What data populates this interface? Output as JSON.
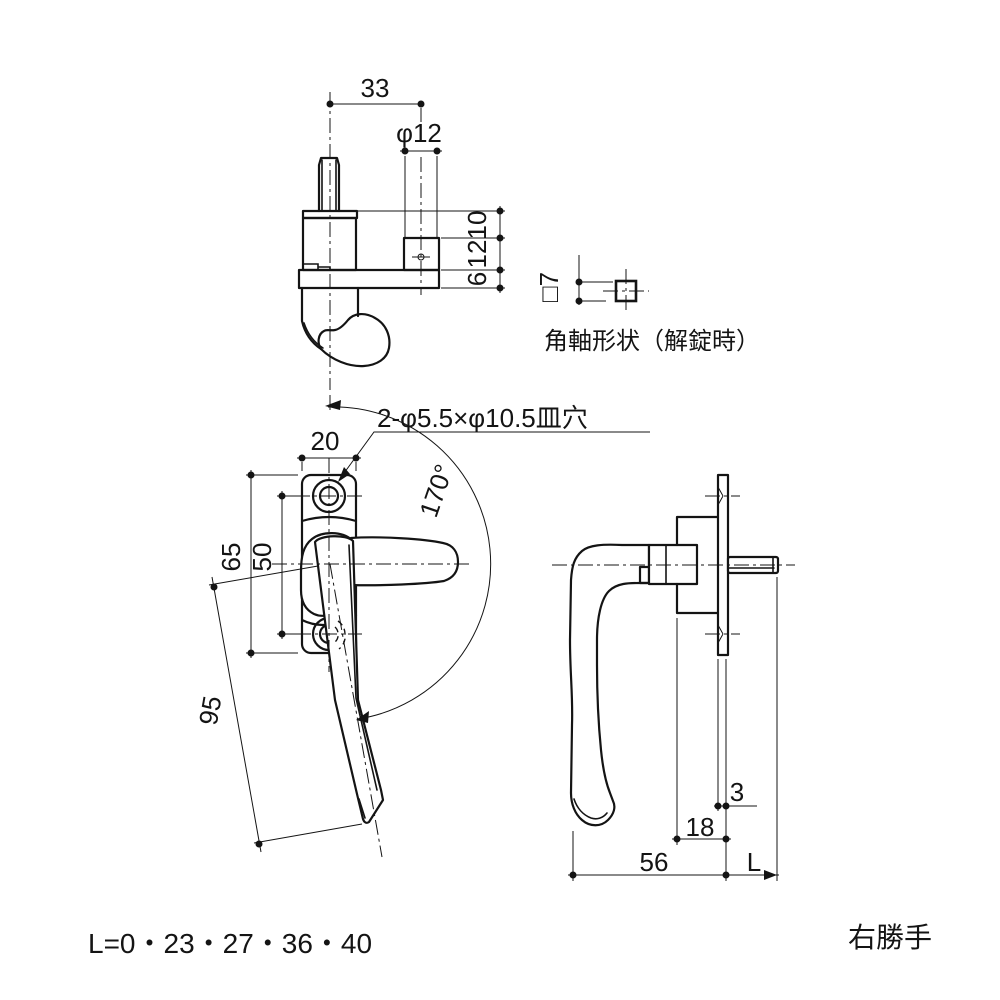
{
  "top_view": {
    "dim_33": "33",
    "dim_dia12": "φ12",
    "dim_10": "10",
    "dim_12": "12",
    "dim_6": "6"
  },
  "shaft_detail": {
    "dim_square7": "□7",
    "caption": "角軸形状（解錠時）"
  },
  "front_view": {
    "dim_20": "20",
    "hole_note": "2-φ5.5×φ10.5皿穴",
    "dim_angle": "170°",
    "dim_65": "65",
    "dim_50": "50",
    "dim_95": "95"
  },
  "side_view": {
    "dim_3": "3",
    "dim_18": "18",
    "dim_56": "56",
    "dim_L": "L"
  },
  "footer": {
    "lengths": "L=0・23・27・36・40",
    "hand": "右勝手"
  }
}
